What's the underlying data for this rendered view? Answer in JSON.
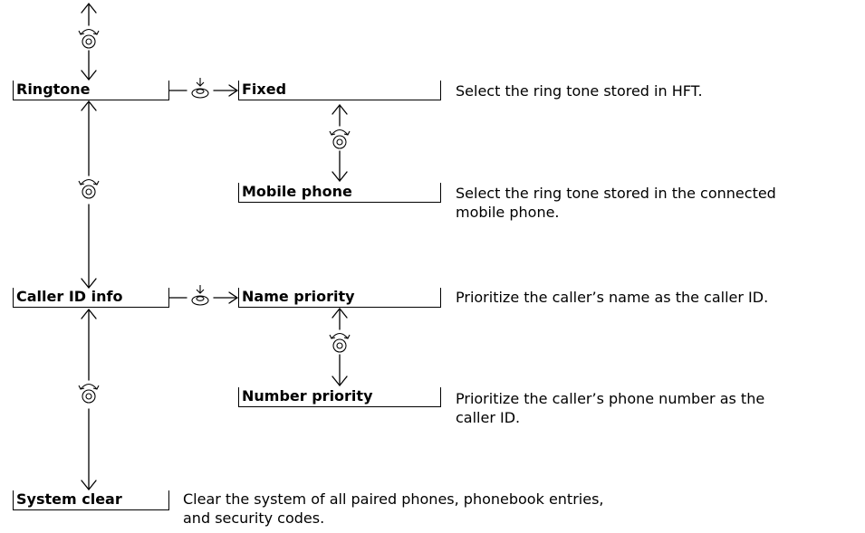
{
  "menu": {
    "ringtone": {
      "label": "Ringtone",
      "options": [
        {
          "label": "Fixed",
          "description": [
            "Select the ring tone stored in HFT."
          ]
        },
        {
          "label": "Mobile phone",
          "description": [
            "Select the ring tone stored in the connected",
            "mobile phone."
          ]
        }
      ]
    },
    "caller_id": {
      "label": "Caller ID info",
      "options": [
        {
          "label": "Name priority",
          "description": [
            "Prioritize the caller’s name as the caller ID."
          ]
        },
        {
          "label": "Number priority",
          "description": [
            "Prioritize the caller’s phone number as the",
            "caller ID."
          ]
        }
      ]
    },
    "system_clear": {
      "label": "System clear",
      "description": [
        "Clear the system of all paired phones, phonebook entries,",
        "and security codes."
      ]
    }
  },
  "icons": {
    "rotate": "rotate-knob-icon",
    "press": "press-knob-icon"
  }
}
